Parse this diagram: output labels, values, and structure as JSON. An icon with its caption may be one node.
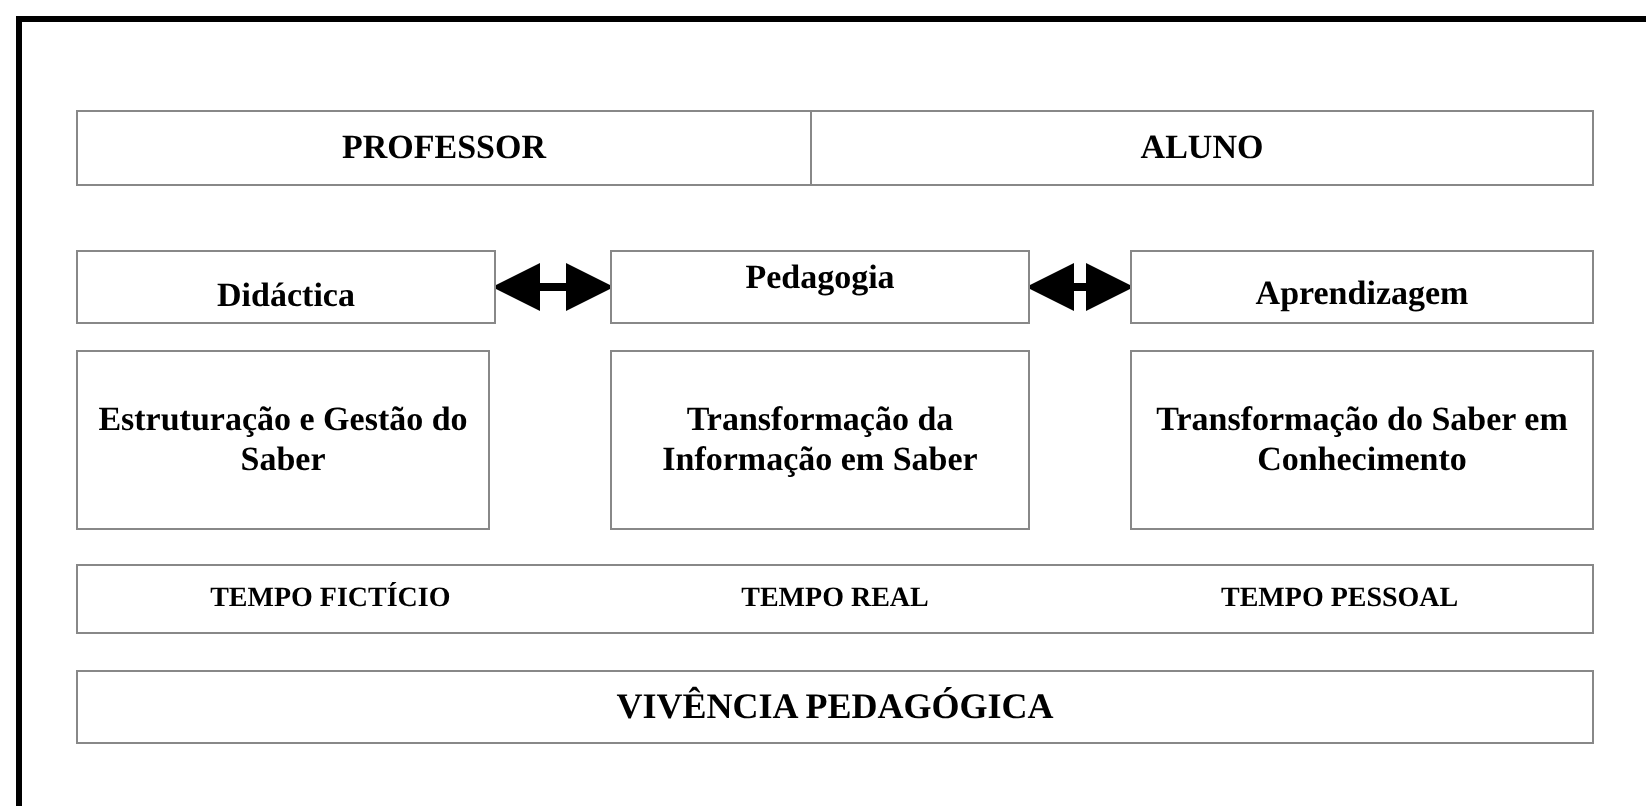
{
  "diagram": {
    "nodes": [
      {
        "text": [
          "PROFESSOR"
        ]
      },
      {
        "text": [
          "ALUNO"
        ]
      },
      {
        "text": [
          "Didáctica"
        ]
      },
      {
        "text": [
          "Pedagogia"
        ]
      },
      {
        "text": [
          "Aprendizagem"
        ]
      },
      {
        "text": [
          "Estruturação e Gestão do Saber"
        ]
      },
      {
        "text": [
          "Transformação da Informação em Saber"
        ]
      },
      {
        "text": [
          "Transformação do Saber em Conhecimento"
        ]
      },
      {
        "text": [
          "TEMPO FICTÍCIO",
          "TEMPO REAL",
          "TEMPO PESSOAL"
        ]
      },
      {
        "text": [
          "VIVÊNCIA PEDAGÓGICA"
        ]
      }
    ],
    "edges": [
      {
        "from": 2,
        "to": 3,
        "arrow": "both"
      },
      {
        "from": 3,
        "to": 4,
        "arrow": "both"
      }
    ]
  }
}
